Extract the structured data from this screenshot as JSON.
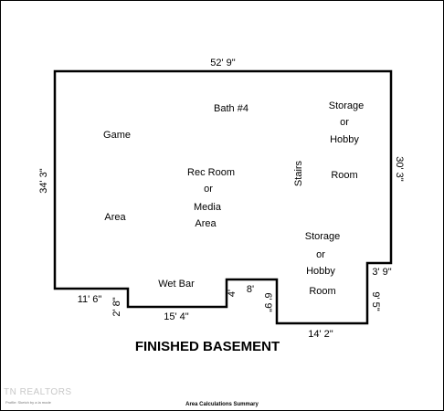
{
  "title": "FINISHED BASEMENT",
  "rooms": {
    "game": [
      "Game",
      "Area"
    ],
    "bath": "Bath #4",
    "rec": [
      "Rec Room",
      "or",
      "Media",
      "Area"
    ],
    "stairs": "Stairs",
    "storage_top": [
      "Storage",
      "or",
      "Hobby",
      "Room"
    ],
    "storage_bottom": [
      "Storage",
      "or",
      "Hobby",
      "Room"
    ],
    "wet_bar": "Wet Bar"
  },
  "dimensions": {
    "top": "52' 9\"",
    "left": "34' 3\"",
    "right": "30' 3\"",
    "bottom_left": "11' 6\"",
    "notch_left": "2' 8\"",
    "bottom_mid": "15' 4\"",
    "notch_a": "4'",
    "notch_b": "8'",
    "notch_c": "6' 9\"",
    "bottom_right": "14' 2\"",
    "step_h": "3' 9\"",
    "step_v": "9' 5\""
  },
  "footer": {
    "watermark": "TN REALTORS",
    "sketch_note": "Profile: Sketch by a la mode",
    "summary": "Area Calculations Summary"
  }
}
